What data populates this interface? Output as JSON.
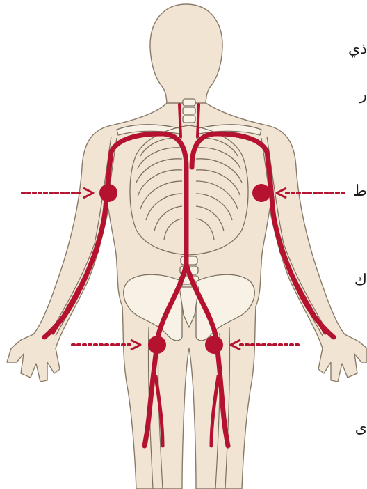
{
  "figure": {
    "subject": "human-body-arterial-pressure-points",
    "colors": {
      "background": "#ffffff",
      "skin": "#f1e4d3",
      "skin_outline": "#8a7b69",
      "bone": "#f8f1e6",
      "bone_outline": "#7d7060",
      "artery": "#b5122f",
      "arrow": "#b5122f"
    },
    "pressure_points": [
      {
        "name": "right-brachial",
        "arrow_direction": "pointing-right"
      },
      {
        "name": "left-brachial",
        "arrow_direction": "pointing-left"
      },
      {
        "name": "right-femoral",
        "arrow_direction": "pointing-right"
      },
      {
        "name": "left-femoral",
        "arrow_direction": "pointing-left"
      }
    ]
  },
  "text_fragments": [
    "ذي",
    "ر",
    "ط",
    "ك",
    "ى"
  ]
}
